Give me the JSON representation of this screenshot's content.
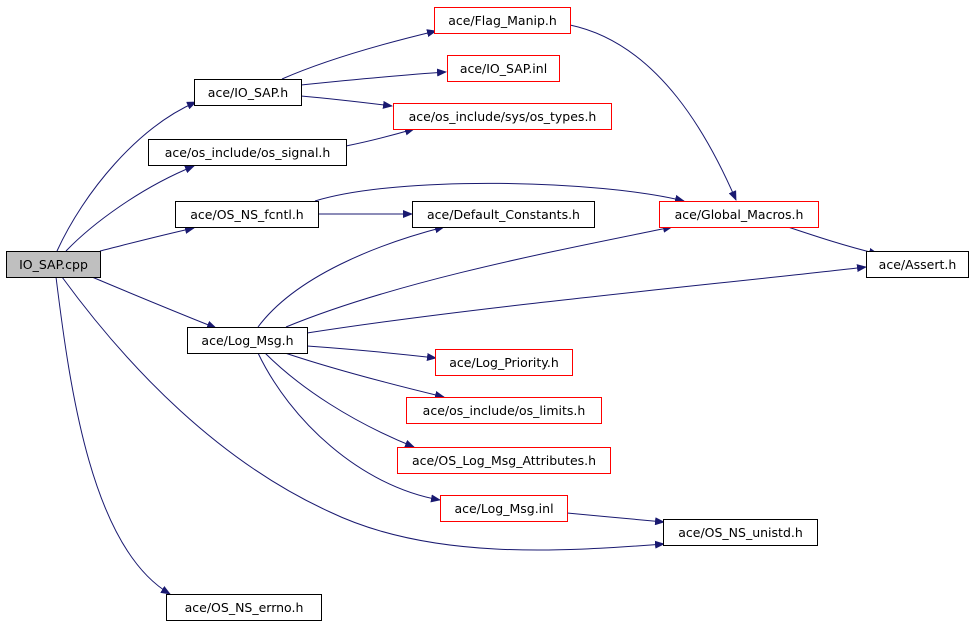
{
  "colors": {
    "edge": "#191970",
    "black_border": "#000000",
    "red_border": "#ff0000",
    "root_fill": "#bfbfbf",
    "node_fill": "#ffffff"
  },
  "nodes": [
    {
      "id": "io_sap_cpp",
      "label": "IO_SAP.cpp",
      "style": "root"
    },
    {
      "id": "io_sap_h",
      "label": "ace/IO_SAP.h",
      "style": "black"
    },
    {
      "id": "flag_manip",
      "label": "ace/Flag_Manip.h",
      "style": "red"
    },
    {
      "id": "io_sap_inl",
      "label": "ace/IO_SAP.inl",
      "style": "red"
    },
    {
      "id": "os_types",
      "label": "ace/os_include/sys/os_types.h",
      "style": "red"
    },
    {
      "id": "os_signal",
      "label": "ace/os_include/os_signal.h",
      "style": "black"
    },
    {
      "id": "os_ns_fcntl",
      "label": "ace/OS_NS_fcntl.h",
      "style": "black"
    },
    {
      "id": "default_constants",
      "label": "ace/Default_Constants.h",
      "style": "black"
    },
    {
      "id": "global_macros",
      "label": "ace/Global_Macros.h",
      "style": "red"
    },
    {
      "id": "assert",
      "label": "ace/Assert.h",
      "style": "black"
    },
    {
      "id": "log_msg_h",
      "label": "ace/Log_Msg.h",
      "style": "black"
    },
    {
      "id": "log_priority",
      "label": "ace/Log_Priority.h",
      "style": "red"
    },
    {
      "id": "os_limits",
      "label": "ace/os_include/os_limits.h",
      "style": "red"
    },
    {
      "id": "os_log_msg_attr",
      "label": "ace/OS_Log_Msg_Attributes.h",
      "style": "red"
    },
    {
      "id": "log_msg_inl",
      "label": "ace/Log_Msg.inl",
      "style": "red"
    },
    {
      "id": "os_ns_unistd",
      "label": "ace/OS_NS_unistd.h",
      "style": "black"
    },
    {
      "id": "os_ns_errno",
      "label": "ace/OS_NS_errno.h",
      "style": "black"
    }
  ],
  "edges": [
    {
      "from": "io_sap_cpp",
      "to": "io_sap_h"
    },
    {
      "from": "io_sap_cpp",
      "to": "os_signal"
    },
    {
      "from": "io_sap_cpp",
      "to": "os_ns_fcntl"
    },
    {
      "from": "io_sap_cpp",
      "to": "log_msg_h"
    },
    {
      "from": "io_sap_cpp",
      "to": "os_ns_unistd"
    },
    {
      "from": "io_sap_cpp",
      "to": "os_ns_errno"
    },
    {
      "from": "io_sap_h",
      "to": "flag_manip"
    },
    {
      "from": "io_sap_h",
      "to": "io_sap_inl"
    },
    {
      "from": "io_sap_h",
      "to": "os_types"
    },
    {
      "from": "os_signal",
      "to": "os_types"
    },
    {
      "from": "flag_manip",
      "to": "global_macros"
    },
    {
      "from": "os_ns_fcntl",
      "to": "default_constants"
    },
    {
      "from": "os_ns_fcntl",
      "to": "global_macros"
    },
    {
      "from": "global_macros",
      "to": "assert"
    },
    {
      "from": "log_msg_h",
      "to": "default_constants"
    },
    {
      "from": "log_msg_h",
      "to": "global_macros"
    },
    {
      "from": "log_msg_h",
      "to": "assert"
    },
    {
      "from": "log_msg_h",
      "to": "log_priority"
    },
    {
      "from": "log_msg_h",
      "to": "os_limits"
    },
    {
      "from": "log_msg_h",
      "to": "os_log_msg_attr"
    },
    {
      "from": "log_msg_h",
      "to": "log_msg_inl"
    },
    {
      "from": "log_msg_inl",
      "to": "os_ns_unistd"
    }
  ]
}
